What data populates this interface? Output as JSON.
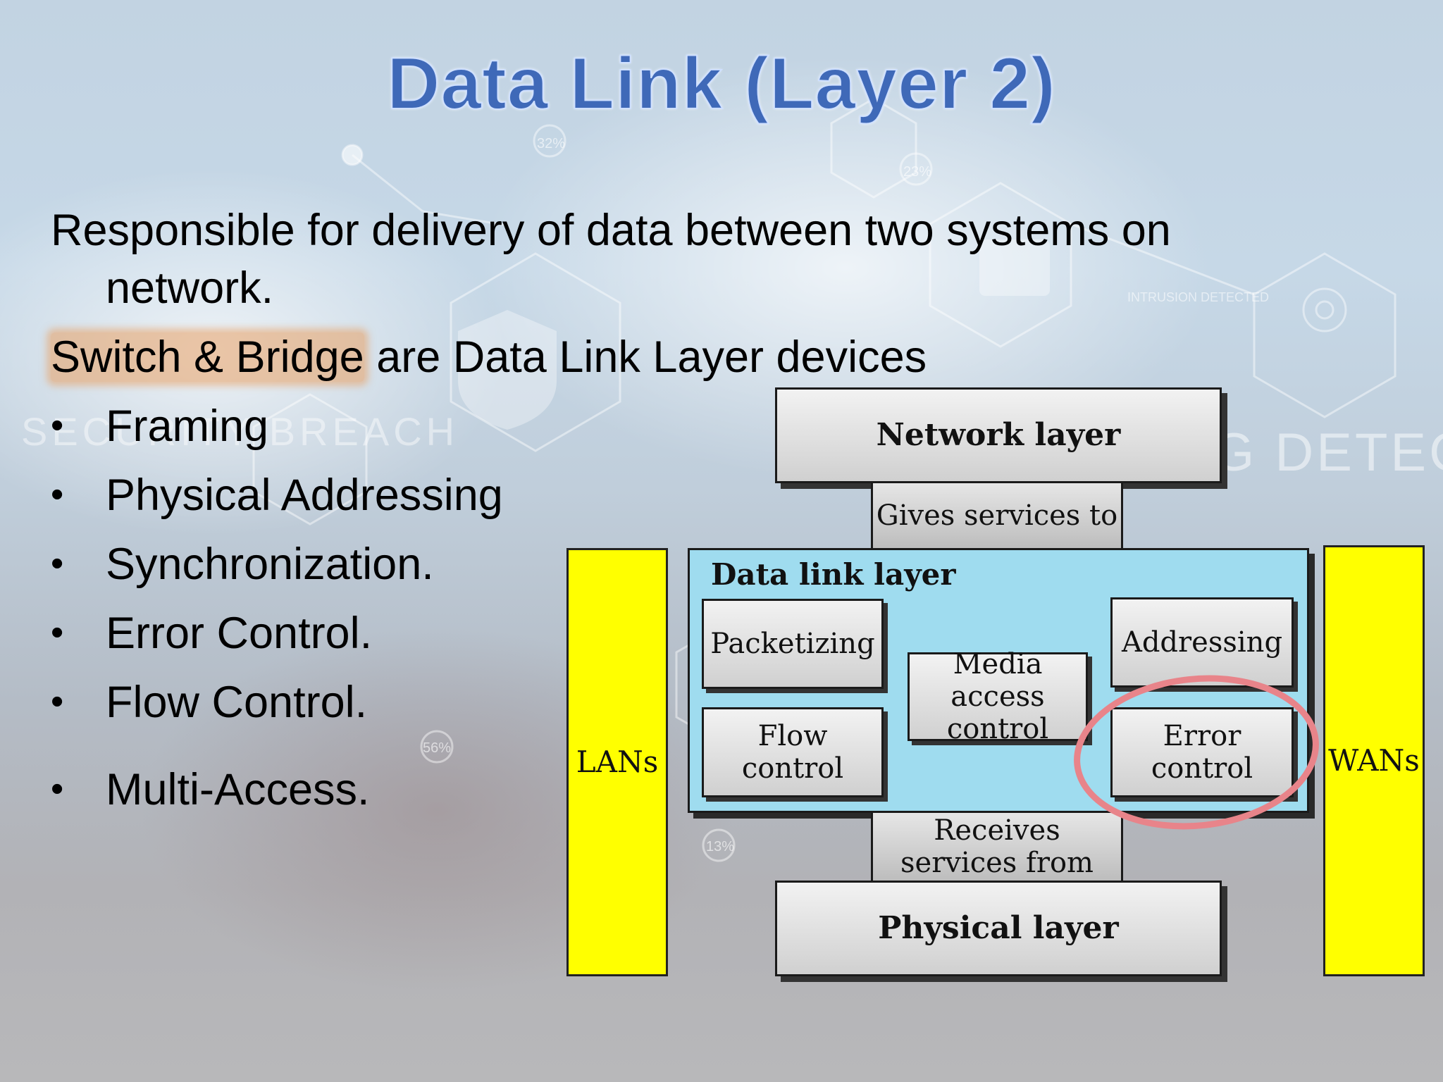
{
  "slide": {
    "title": "Data Link (Layer 2)",
    "intro_line1": "Responsible for delivery of data between two systems on",
    "intro_line2": "network.",
    "devices_highlight": "Switch & Bridge",
    "devices_rest": " are Data Link Layer devices",
    "bullet_symbol": "•",
    "bullets": [
      "Framing",
      "Physical Addressing",
      "Synchronization.",
      "Error Control.",
      "Flow Control.",
      "Multi-Access."
    ],
    "background_watermarks": [
      "SECURITY BREACH",
      "HACKING DETECTED",
      "INTRUSION DETECTED",
      "32%",
      "23%",
      "56%",
      "13%"
    ]
  },
  "diagram": {
    "network_layer": "Network layer",
    "gives_services": "Gives services to",
    "data_link_layer": "Data link layer",
    "packetizing": "Packetizing",
    "addressing": "Addressing",
    "media_line1": "Media",
    "media_line2": "access control",
    "flow_control": "Flow control",
    "error_control": "Error control",
    "receives_services": "Receives services from",
    "physical_layer": "Physical layer",
    "lans": "LANs",
    "wans": "WANs"
  },
  "colors": {
    "title": "#3f69b8",
    "highlight": "#e8a064",
    "side_bars": "#ffff00",
    "data_link_fill": "#9fdcef",
    "error_circle": "#e8848a"
  }
}
